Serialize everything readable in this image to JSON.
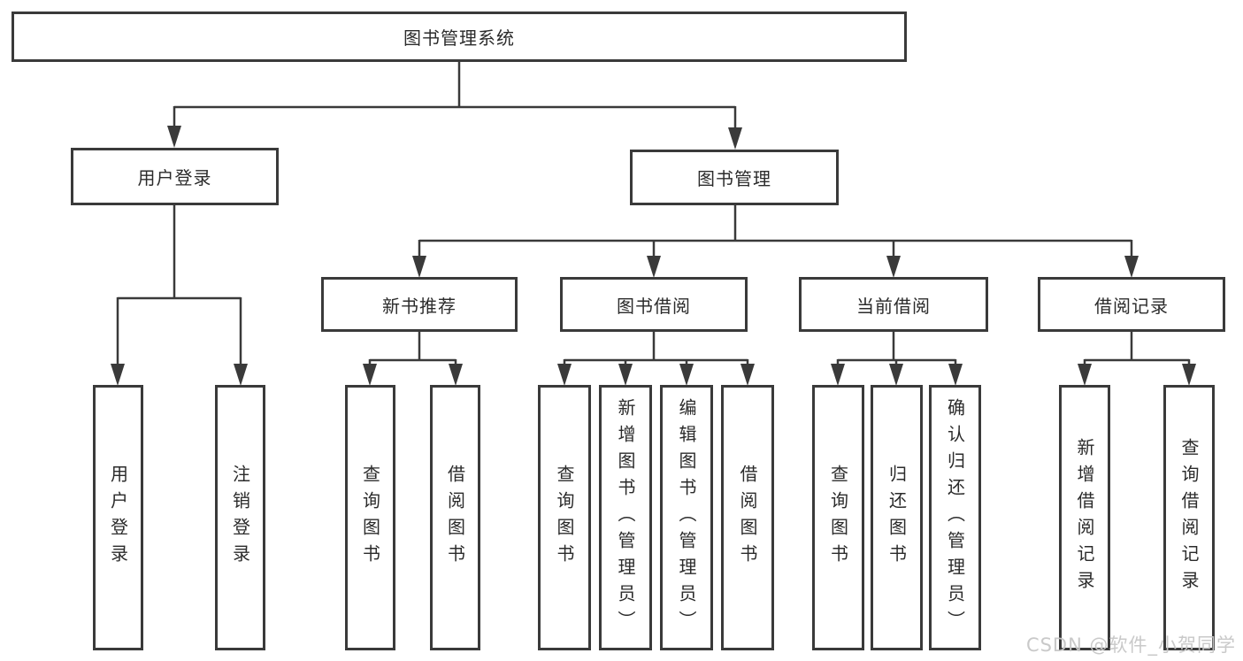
{
  "diagram": {
    "root": {
      "label": "图书管理系统"
    },
    "level2": [
      {
        "label": "用户登录"
      },
      {
        "label": "图书管理"
      }
    ],
    "level3": [
      {
        "label": "新书推荐"
      },
      {
        "label": "图书借阅"
      },
      {
        "label": "当前借阅"
      },
      {
        "label": "借阅记录"
      }
    ],
    "leaves": {
      "user_login": [
        "用户登录",
        "注销登录"
      ],
      "new_books": [
        "查询图书",
        "借阅图书"
      ],
      "borrow": [
        "查询图书",
        "新增图书（管理员）",
        "编辑图书（管理员）",
        "借阅图书"
      ],
      "current": [
        "查询图书",
        "归还图书",
        "确认归还（管理员）"
      ],
      "records": [
        "新增借阅记录",
        "查询借阅记录"
      ]
    }
  },
  "watermark": "CSDN @软件_小贺同学",
  "colors": {
    "line": "#3a3a3a",
    "box_border": "#3a3a3a",
    "text": "#2b2b2b",
    "watermark": "#c6c6c6",
    "background": "#ffffff"
  }
}
